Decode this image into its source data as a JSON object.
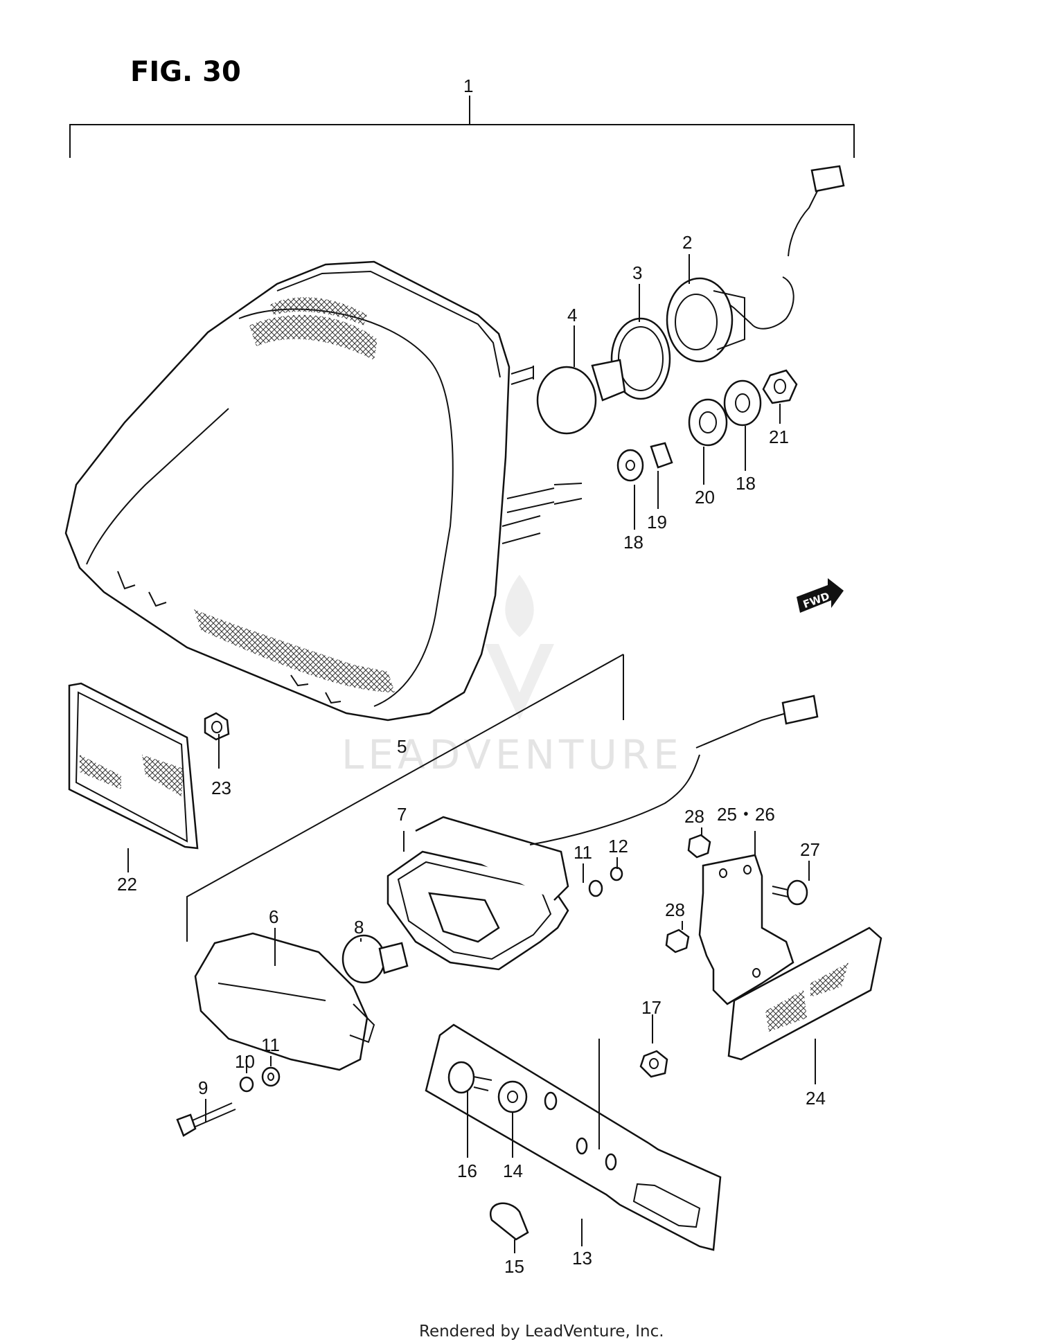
{
  "figure": {
    "title": "FIG. 30"
  },
  "watermark": {
    "text": "LEADVENTURE"
  },
  "forward_marker": {
    "label": "FWD"
  },
  "footer": {
    "text": "Rendered by LeadVenture, Inc."
  },
  "callouts": {
    "c1": "1",
    "c2": "2",
    "c3": "3",
    "c4": "4",
    "c5": "5",
    "c6": "6",
    "c7": "7",
    "c8": "8",
    "c9": "9",
    "c10": "10",
    "c11a": "11",
    "c11b": "11",
    "c12": "12",
    "c13": "13",
    "c14": "14",
    "c15": "15",
    "c16": "16",
    "c17": "17",
    "c18a": "18",
    "c18b": "18",
    "c19": "19",
    "c20": "20",
    "c21": "21",
    "c22": "22",
    "c23": "23",
    "c24": "24",
    "c2526": "25・26",
    "c27": "27",
    "c28a": "28",
    "c28b": "28"
  }
}
